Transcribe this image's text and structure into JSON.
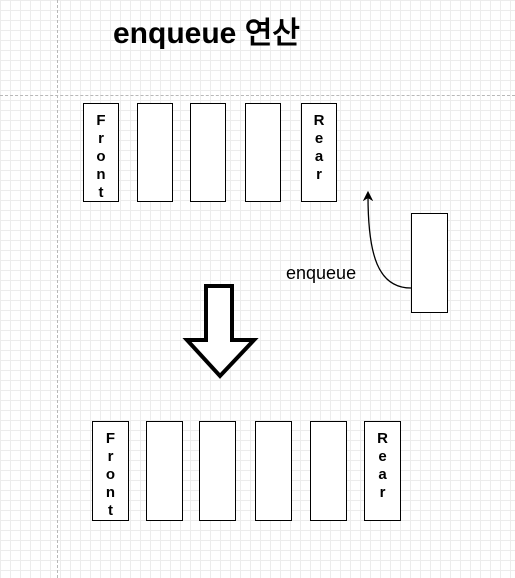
{
  "title": "enqueue 연산",
  "operation_label": "enqueue",
  "before_queue": {
    "cells": [
      {
        "label": "Front"
      },
      {
        "label": ""
      },
      {
        "label": ""
      },
      {
        "label": ""
      },
      {
        "label": "Rear"
      }
    ]
  },
  "incoming_cell": {
    "label": ""
  },
  "after_queue": {
    "cells": [
      {
        "label": "Front"
      },
      {
        "label": ""
      },
      {
        "label": ""
      },
      {
        "label": ""
      },
      {
        "label": ""
      },
      {
        "label": "Rear"
      }
    ]
  },
  "colors": {
    "stroke": "#000000",
    "fill": "#ffffff",
    "grid": "#ececec",
    "guide": "#b8b8b8"
  }
}
